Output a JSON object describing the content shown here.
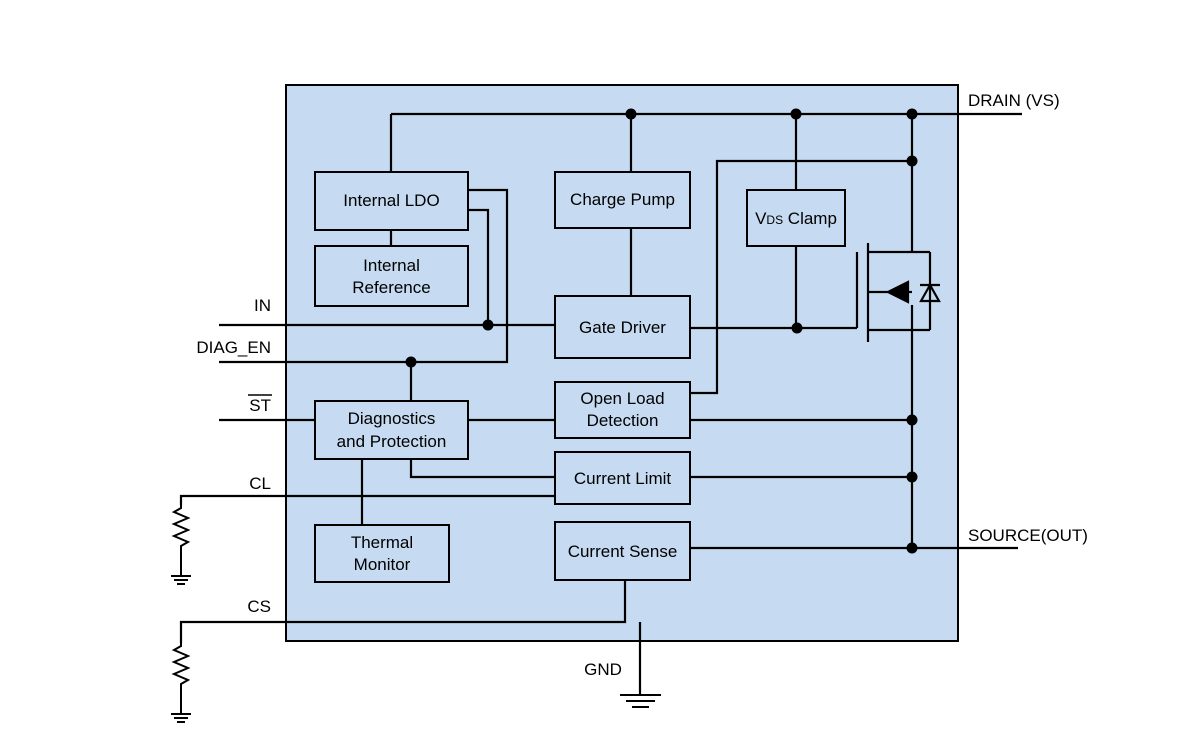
{
  "colors": {
    "chip_fill": "#c6dbf1",
    "wire": "#000000"
  },
  "blocks": {
    "internal_ldo": "Internal LDO",
    "internal_reference_1": "Internal",
    "internal_reference_2": "Reference",
    "charge_pump": "Charge Pump",
    "vds_clamp_v": "V",
    "vds_clamp_sub": "DS",
    "vds_clamp_rest": " Clamp",
    "gate_driver": "Gate Driver",
    "open_load_1": "Open Load",
    "open_load_2": "Detection",
    "diag_prot_1": "Diagnostics",
    "diag_prot_2": "and Protection",
    "current_limit": "Current Limit",
    "current_sense": "Current Sense",
    "thermal_1": "Thermal",
    "thermal_2": "Monitor"
  },
  "pins": {
    "drain": "DRAIN (VS)",
    "source": "SOURCE(OUT)",
    "in": "IN",
    "diag_en": "DIAG_EN",
    "st": "ST",
    "cl": "CL",
    "cs": "CS",
    "gnd": "GND"
  }
}
